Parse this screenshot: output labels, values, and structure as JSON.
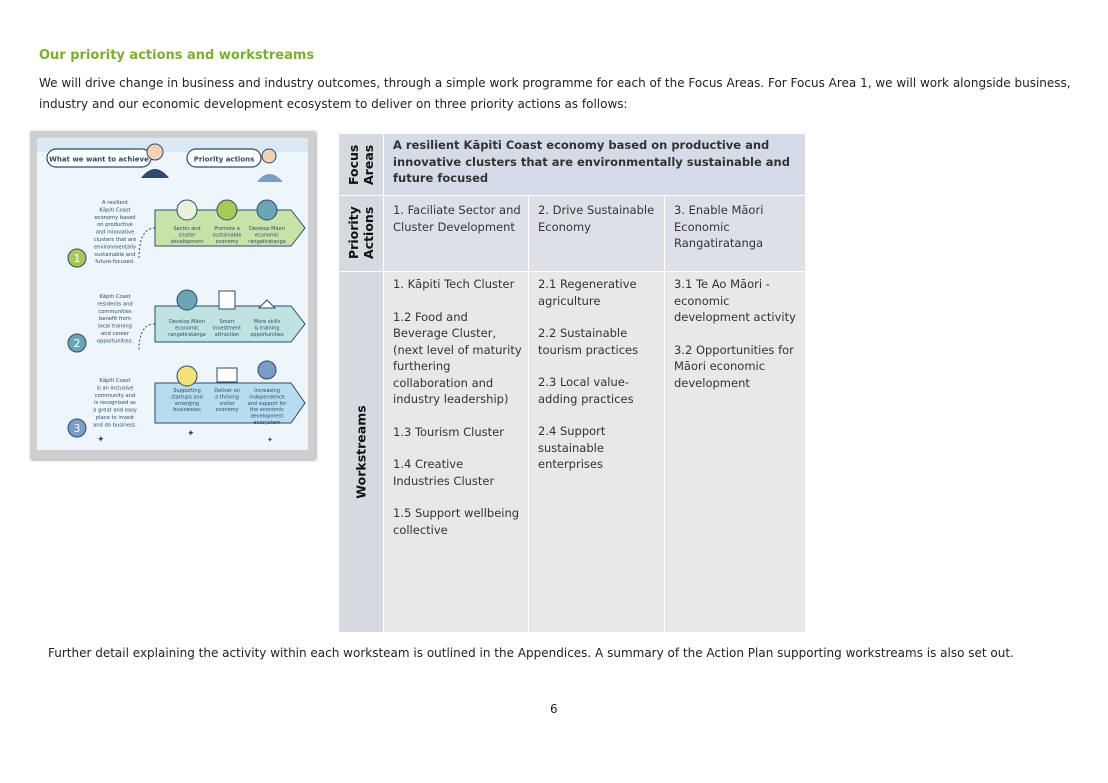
{
  "heading": "Our priority actions and workstreams",
  "intro": "We will drive change in business and industry outcomes, through a simple work programme for each of the Focus Areas. For Focus Area 1, we will work alongside business, industry and our economic development ecosystem to deliver on three priority actions as follows:",
  "infographic": {
    "header_left": "What we want to achieve",
    "header_right": "Priority actions",
    "rows": [
      {
        "number": "1",
        "achieve": [
          "A resilient",
          "Kāpiti Coast",
          "economy based",
          "on productive",
          "and innovative",
          "clusters that are",
          "environmentally",
          "sustainable and",
          "future-focused."
        ],
        "actions": [
          [
            "Sector and",
            "cluster",
            "development"
          ],
          [
            "Promote a",
            "sustainable",
            "economy"
          ],
          [
            "Develop Māori",
            "economic",
            "rangatiratanga"
          ]
        ]
      },
      {
        "number": "2",
        "achieve": [
          "Kāpiti Coast",
          "residents and",
          "communities",
          "benefit from",
          "local training",
          "and career",
          "opportunities."
        ],
        "actions": [
          [
            "Develop Māori",
            "economic",
            "rangatiratanga"
          ],
          [
            "Smart",
            "investment",
            "attraction"
          ],
          [
            "More skills",
            "& training",
            "opportunities"
          ]
        ]
      },
      {
        "number": "3",
        "achieve": [
          "Kāpiti Coast",
          "is an inclusive",
          "community and",
          "is recognised as",
          "a great and easy",
          "place to invest",
          "and do business."
        ],
        "actions": [
          [
            "Supporting",
            "startups and",
            "emerging",
            "businesses"
          ],
          [
            "Deliver on",
            "a thriving",
            "visitor",
            "economy"
          ],
          [
            "Increasing",
            "independence",
            "and support for",
            "the economic",
            "development",
            "ecosystem"
          ]
        ]
      }
    ]
  },
  "table": {
    "focus_label": "Focus Areas",
    "focus_text": "A resilient Kāpiti Coast economy based on productive and innovative clusters that are environmentally sustainable and future focused",
    "priority_label": "Priority Actions",
    "priority_actions": [
      "1. Faciliate Sector and Cluster Development",
      "2. Drive Sustainable Economy",
      "3. Enable Māori Economic Rangatiratanga"
    ],
    "workstreams_label": "Workstreams",
    "workstreams": [
      [
        "1. Kāpiti Tech Cluster",
        "1.2 Food and Beverage Cluster, (next level of maturity furthering collaboration and industry leadership)",
        "1.3 Tourism Cluster",
        "1.4 Creative Industries Cluster",
        "1.5 Support wellbeing collective"
      ],
      [
        "2.1 Regenerative agriculture",
        "2.2 Sustainable tourism practices",
        "2.3 Local value-adding practices",
        "2.4 Support sustainable enterprises"
      ],
      [
        "3.1 Te Ao Māori - economic development activity",
        "3.2 Opportunities for Māori economic development"
      ]
    ]
  },
  "footnote": "Further detail explaining the activity within each worksteam is outlined in the Appendices. A summary of the Action Plan supporting workstreams is also set out.",
  "page_number": "6",
  "colors": {
    "heading_green": "#7cae2f",
    "arrow_green": "#c8e3a8",
    "arrow_teal": "#bfe3e0",
    "arrow_blue": "#b7dcef",
    "number_green": "#a7c957",
    "focus_bg": "#d5dce8",
    "priority_bg": "#dde1e7",
    "workstream_bg": "#e8e8e8"
  }
}
